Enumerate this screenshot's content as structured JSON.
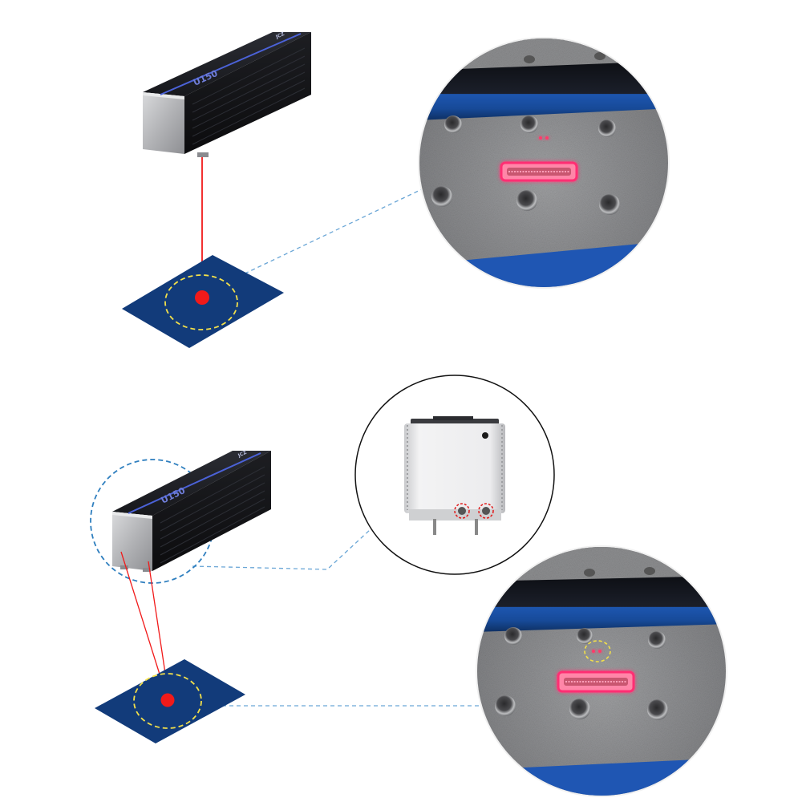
{
  "device": {
    "model_label": "U150",
    "secondary_label": "JCZ"
  },
  "colors": {
    "laser": "#f11a1a",
    "plate": "#123b7a",
    "target_ring": "#f3e04a",
    "leader": "#6aa6d6",
    "focus_ring": "#2f7fbf",
    "marking": "#ff2f73",
    "metal": "#8d8e90",
    "device_body": "#141518"
  },
  "scenes": [
    {
      "id": "single-point-indicator",
      "beam_count": 1,
      "detail_view": "single-red-dot-focus"
    },
    {
      "id": "dual-beam-indicator",
      "beam_count": 2,
      "detail_view": "dual-red-dot-focus",
      "inset_view": "device-front-twin-lasers"
    }
  ]
}
